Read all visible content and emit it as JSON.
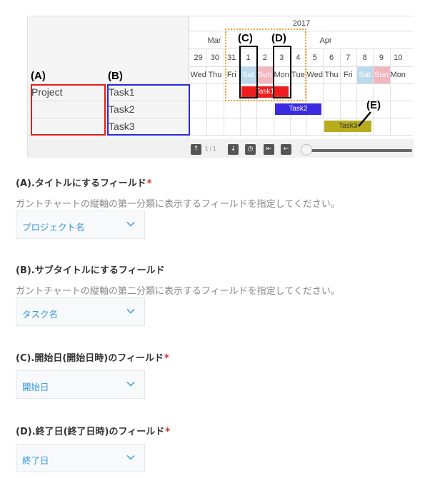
{
  "gantt": {
    "year": "2017",
    "months": [
      "Mar",
      "Apr"
    ],
    "days": [
      {
        "num": "29",
        "wd": "Wed",
        "type": "normal"
      },
      {
        "num": "30",
        "wd": "Thu",
        "type": "normal"
      },
      {
        "num": "31",
        "wd": "Fri",
        "type": "normal"
      },
      {
        "num": "1",
        "wd": "Sat",
        "type": "sat"
      },
      {
        "num": "2",
        "wd": "Sun",
        "type": "sun"
      },
      {
        "num": "3",
        "wd": "Mon",
        "type": "normal"
      },
      {
        "num": "4",
        "wd": "Tue",
        "type": "normal"
      },
      {
        "num": "5",
        "wd": "Wed",
        "type": "normal"
      },
      {
        "num": "6",
        "wd": "Thu",
        "type": "normal"
      },
      {
        "num": "7",
        "wd": "Fri",
        "type": "normal"
      },
      {
        "num": "8",
        "wd": "Sat",
        "type": "sat"
      },
      {
        "num": "9",
        "wd": "Sun",
        "type": "sun"
      },
      {
        "num": "10",
        "wd": "Mon",
        "type": "normal"
      }
    ],
    "project": "Project",
    "tasks": [
      {
        "name": "Task1",
        "start": "1",
        "end": "3",
        "color": "#ef1d1d",
        "text_color": "#ffffff"
      },
      {
        "name": "Task2",
        "start": "3",
        "end": "5",
        "color": "#3a2be0",
        "text_color": "#ffffff"
      },
      {
        "name": "Task3",
        "start": "6",
        "end": "8",
        "color": "#b7ac1e",
        "text_color": "#333333"
      }
    ],
    "annotations": {
      "a": "(A)",
      "b": "(B)",
      "c": "(C)",
      "d": "(D)",
      "e": "(E)"
    },
    "page_indicator": "1 / 1",
    "colors": {
      "sat_bg": "#bcd9ec",
      "sun_bg": "#f2b6bf",
      "box_a": "#e02020",
      "box_b": "#2a2ad8",
      "dotted": "#f0a030"
    }
  },
  "fields": [
    {
      "title": "(A).タイトルにするフィールド",
      "required": true,
      "desc": "ガントチャートの縦軸の第一分類に表示するフィールドを指定してください。",
      "value": "プロジェクト名"
    },
    {
      "title": "(B).サブタイトルにするフィールド",
      "required": false,
      "desc": "ガントチャートの縦軸の第二分類に表示するフィールドを指定してください。",
      "value": "タスク名"
    },
    {
      "title": "(C).開始日(開始日時)のフィールド",
      "required": true,
      "desc": "",
      "value": "開始日"
    },
    {
      "title": "(D).終了日(終了日時)のフィールド",
      "required": true,
      "desc": "",
      "value": "終了日"
    }
  ],
  "required_mark": "*"
}
